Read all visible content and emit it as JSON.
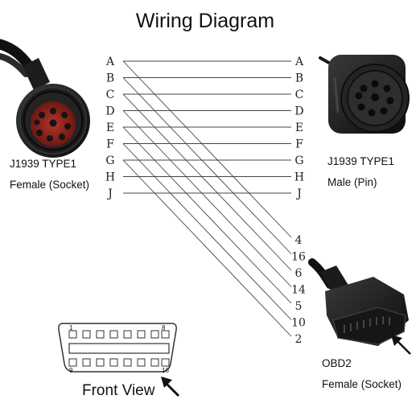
{
  "title": "Wiring Diagram",
  "left_connector": {
    "name": "J1939 TYPE1",
    "type": "Female (Socket)",
    "icon": "j1939-female-socket-icon"
  },
  "right_connector": {
    "name": "J1939 TYPE1",
    "type": "Male (Pin)",
    "icon": "j1939-male-pin-icon"
  },
  "obd_connector": {
    "name": "OBD2",
    "type": "Female (Socket)",
    "icon": "obd2-female-socket-icon"
  },
  "left_pins": [
    "A",
    "B",
    "C",
    "D",
    "E",
    "F",
    "G",
    "H",
    "J"
  ],
  "right_pins": [
    "A",
    "B",
    "C",
    "D",
    "E",
    "F",
    "G",
    "H",
    "J"
  ],
  "obd_pins": [
    "4",
    "16",
    "6",
    "14",
    "5",
    "10",
    "2"
  ],
  "wires": [
    {
      "from": "A",
      "to": "4"
    },
    {
      "from": "B",
      "to": "16"
    },
    {
      "from": "C",
      "to": "6"
    },
    {
      "from": "D",
      "to": "14"
    },
    {
      "from": "E",
      "to": "5"
    },
    {
      "from": "F",
      "to": "10"
    },
    {
      "from": "G",
      "to": "2"
    }
  ],
  "front_view": {
    "label": "Front View",
    "pin_1": "1",
    "pin_8": "8",
    "pin_9": "9",
    "pin_16": "16"
  }
}
